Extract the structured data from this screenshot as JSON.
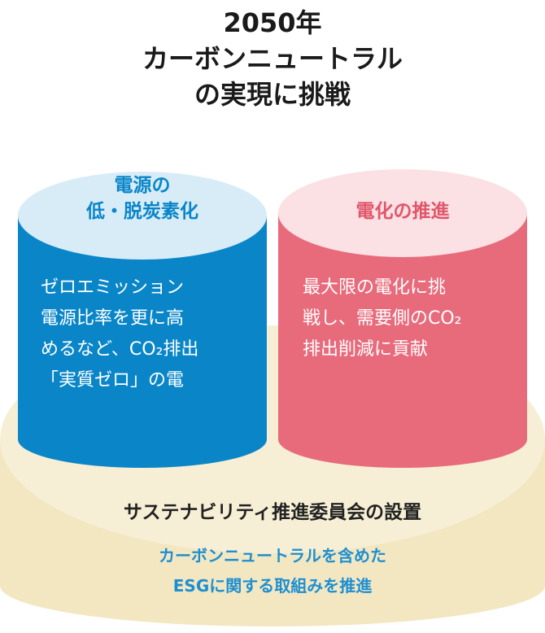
{
  "title": {
    "line1": "2050年",
    "line2": "カーボンニュートラル",
    "line3": "の実現に挑戦"
  },
  "left_pillar": {
    "heading_line1": "電源の",
    "heading_line2": "低・脱炭素化",
    "body": [
      "ゼロエミッション",
      "電源比率を更に高",
      "めるなど、CO₂排出",
      "「実質ゼロ」の電"
    ]
  },
  "right_pillar": {
    "heading": "電化の推進",
    "body": [
      "最大限の電化に挑",
      "戦し、需要側のCO₂",
      "排出削減に貢献"
    ]
  },
  "base": {
    "title": "サステナビリティ推進委員会の設置",
    "sub_line1": "カーボンニュートラルを含めた",
    "sub_line2": "ESGに関する取組みを推進"
  },
  "colors": {
    "left_body": "#0a86c8",
    "left_top": "#d8ecf8",
    "left_text": "#0a86c8",
    "right_body": "#e86b7c",
    "right_top": "#fbe0e4",
    "right_text": "#e0566a",
    "base_side": "#f3e7c2",
    "base_top": "#f7efd5",
    "base_sub_text": "#1d8fd1"
  }
}
